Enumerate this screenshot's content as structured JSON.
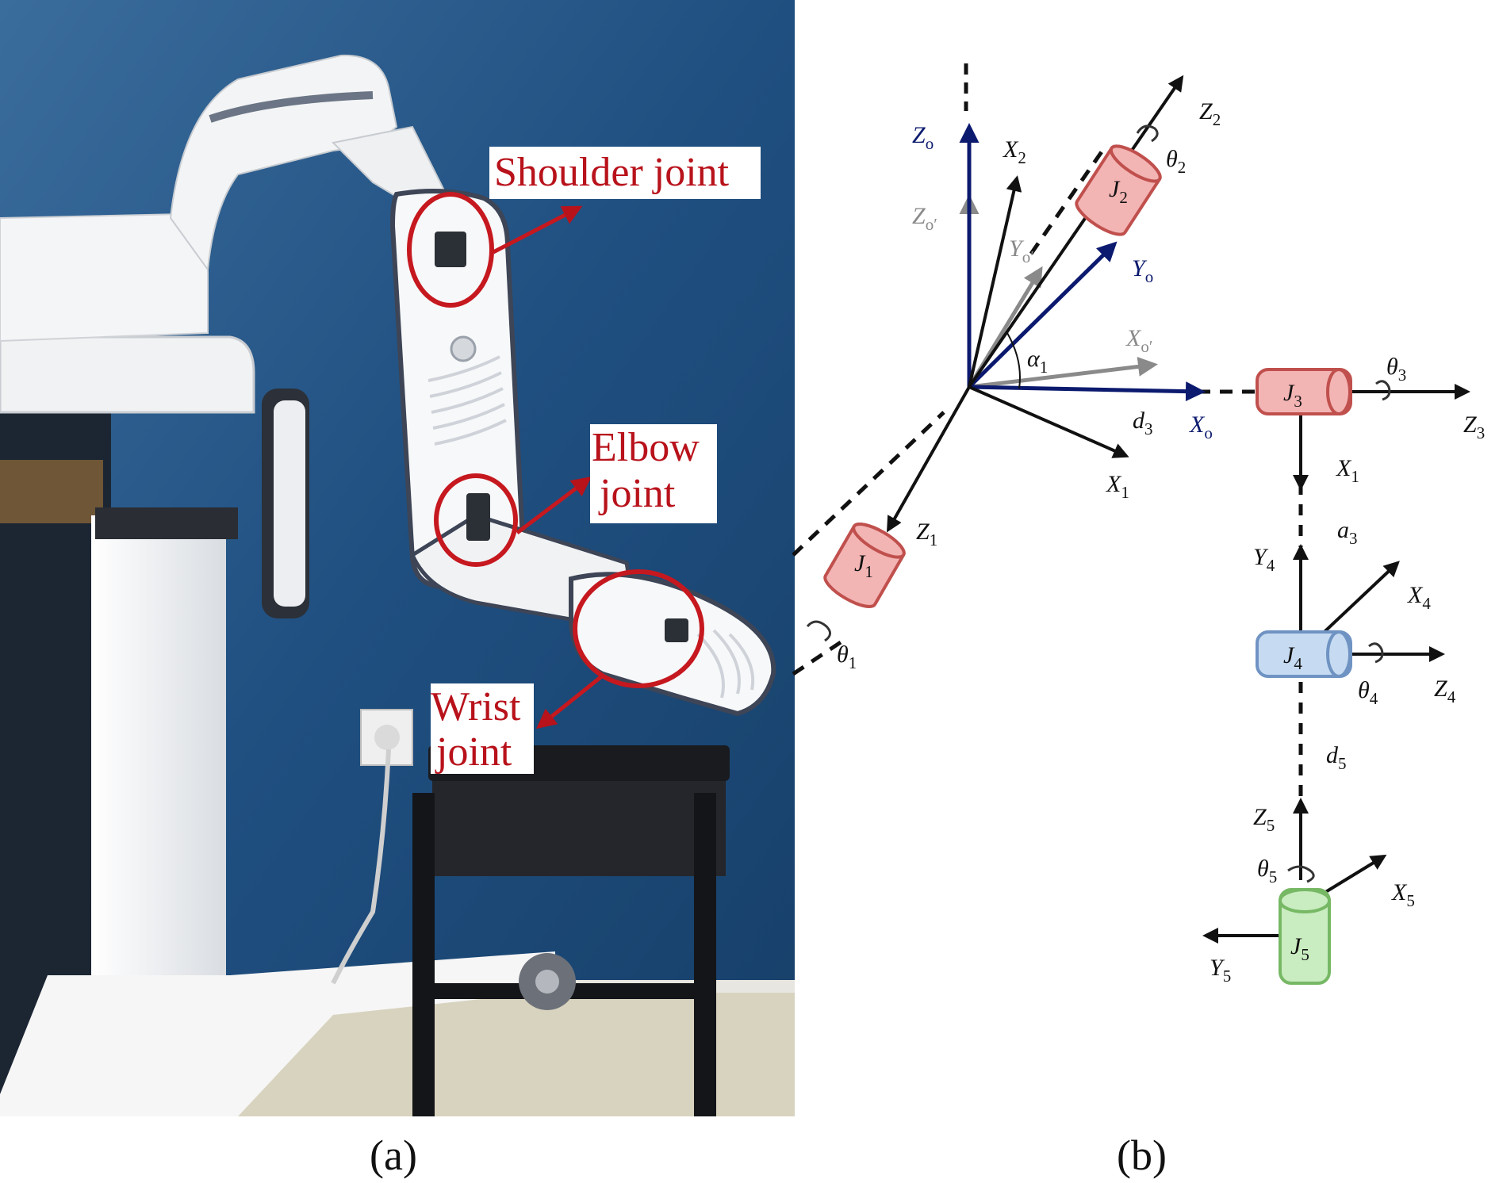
{
  "panel_a": {
    "callouts": {
      "shoulder": "Shoulder joint",
      "elbow_line1": "Elbow",
      "elbow_line2": "joint",
      "wrist_line1": "Wrist",
      "wrist_line2": "joint"
    },
    "caption": "(a)",
    "colors": {
      "wall": "#1f4f80",
      "callout": "#b8121b",
      "robot": "#f2f3f4",
      "floor": "#d8d3bf"
    }
  },
  "panel_b": {
    "caption": "(b)",
    "joints": {
      "J1": {
        "letter": "J",
        "sub": "1"
      },
      "J2": {
        "letter": "J",
        "sub": "2"
      },
      "J3": {
        "letter": "J",
        "sub": "3"
      },
      "J4": {
        "letter": "J",
        "sub": "4"
      },
      "J5": {
        "letter": "J",
        "sub": "5"
      }
    },
    "labels": {
      "Zo": {
        "letter": "Z",
        "sub": "o"
      },
      "Zop": {
        "letter": "Z",
        "sub": "o′"
      },
      "Yo": {
        "letter": "Y",
        "sub": "o"
      },
      "Yop": {
        "letter": "Y",
        "sub": "o′"
      },
      "Xo": {
        "letter": "X",
        "sub": "o"
      },
      "Xop": {
        "letter": "X",
        "sub": "o′"
      },
      "X1a": {
        "letter": "X",
        "sub": "1"
      },
      "Z1": {
        "letter": "Z",
        "sub": "1"
      },
      "theta1": {
        "letter": "θ",
        "sub": "1"
      },
      "alpha1": {
        "letter": "α",
        "sub": "1"
      },
      "X2": {
        "letter": "X",
        "sub": "2"
      },
      "Z2": {
        "letter": "Z",
        "sub": "2"
      },
      "theta2": {
        "letter": "θ",
        "sub": "2"
      },
      "d3": {
        "letter": "d",
        "sub": "3"
      },
      "theta3": {
        "letter": "θ",
        "sub": "3"
      },
      "Z3": {
        "letter": "Z",
        "sub": "3"
      },
      "X1b": {
        "letter": "X",
        "sub": "1"
      },
      "a3": {
        "letter": "a",
        "sub": "3"
      },
      "Y4": {
        "letter": "Y",
        "sub": "4"
      },
      "X4": {
        "letter": "X",
        "sub": "4"
      },
      "theta4": {
        "letter": "θ",
        "sub": "4"
      },
      "Z4": {
        "letter": "Z",
        "sub": "4"
      },
      "d5": {
        "letter": "d",
        "sub": "5"
      },
      "Z5": {
        "letter": "Z",
        "sub": "5"
      },
      "theta5": {
        "letter": "θ",
        "sub": "5"
      },
      "X5": {
        "letter": "X",
        "sub": "5"
      },
      "Y5": {
        "letter": "Y",
        "sub": "5"
      }
    },
    "colors": {
      "primary_frame": "#0b1a6e",
      "prime_frame": "#8a8a8a",
      "axis": "#111111",
      "joint_red_fill": "#f3b4b4",
      "joint_red_stroke": "#c0504d",
      "joint_blue_fill": "#c6dbf2",
      "joint_blue_stroke": "#6f93c2",
      "joint_green_fill": "#c9ecc0",
      "joint_green_stroke": "#77b865"
    }
  }
}
